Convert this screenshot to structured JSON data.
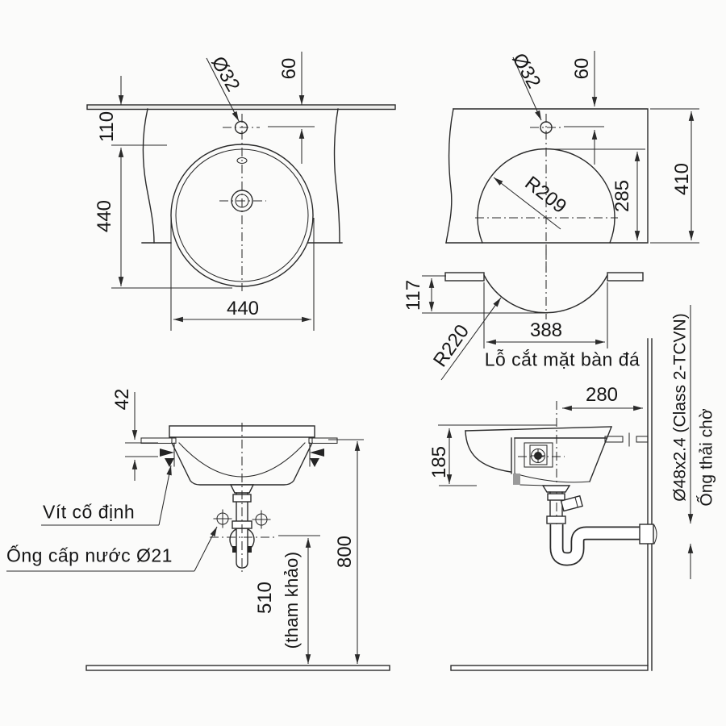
{
  "drawing": {
    "top_view_left": {
      "hole_diameter": "Ø32",
      "hole_offset": "60",
      "edge_distance": "110",
      "basin_depth": "440",
      "basin_width": "440"
    },
    "top_view_right": {
      "hole_diameter": "Ø32",
      "hole_offset": "60",
      "cutout_radius": "R209",
      "center_distance": "285",
      "counter_depth": "410"
    },
    "cutout_section": {
      "cut_depth": "117",
      "cut_radius": "R220",
      "cut_width": "388",
      "caption": "Lỗ cắt mặt bàn đá"
    },
    "front_view": {
      "clamp_thickness": "42",
      "fixing_screw_label": "Vít cố định",
      "supply_pipe_label": "Ống cấp nước Ø21",
      "trap_height": "510",
      "trap_height_note": "(tham khảo)",
      "counter_height": "800"
    },
    "side_view": {
      "center_to_wall": "280",
      "basin_height": "185",
      "waste_pipe_spec": "Ø48x2.4 (Class 2-TCVN)",
      "waste_pipe_label": "Ống thải chờ"
    }
  },
  "colors": {
    "line": "#2a2a2a",
    "text": "#161616",
    "background": "#fbfbfa"
  }
}
